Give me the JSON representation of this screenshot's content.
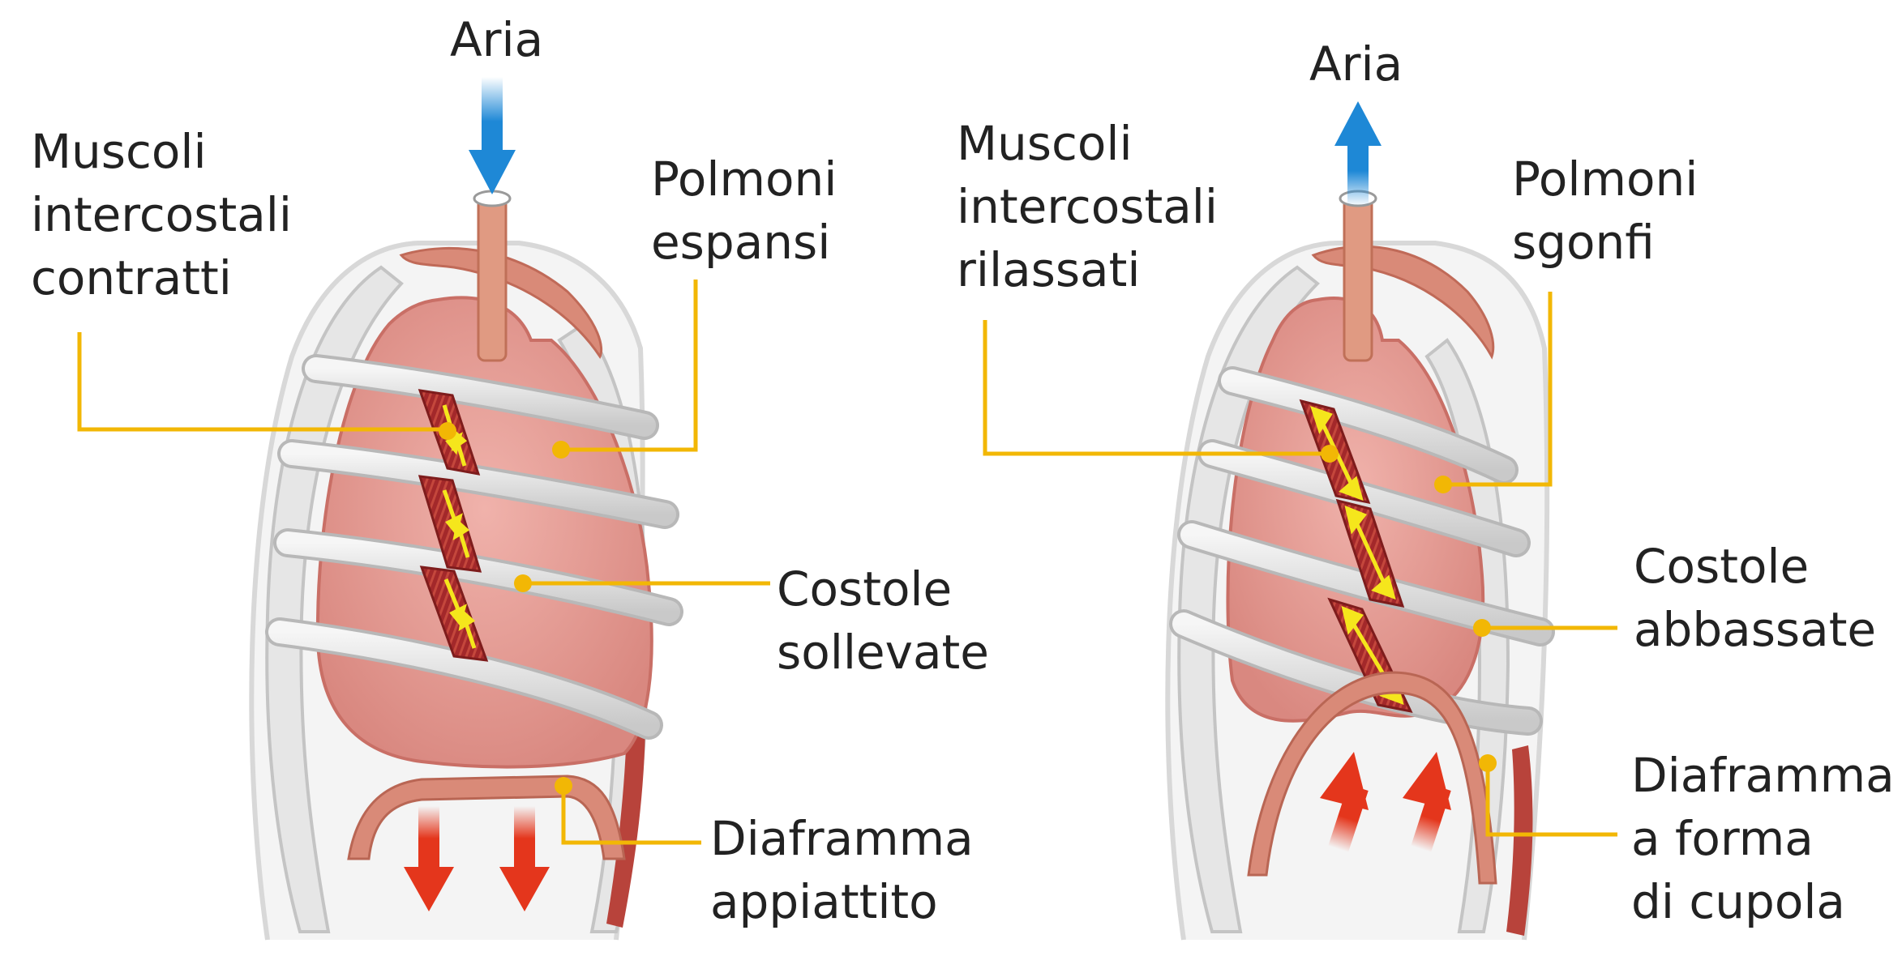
{
  "colors": {
    "leader_line": "#f2b705",
    "air_arrow": "#1e88d6",
    "diaphragm_arrow": "#e4361c",
    "lung": "#e8a09a",
    "rib": "#e4e4e4",
    "muscle": "#a3282a"
  },
  "inhalation": {
    "air_label": "Aria",
    "air_direction": "in",
    "diaphragm_arrows_direction": "down",
    "muscles_label": [
      "Muscoli",
      "intercostali",
      "contratti"
    ],
    "lungs_label": [
      "Polmoni",
      "espansi"
    ],
    "ribs_label": [
      "Costole",
      "sollevate"
    ],
    "diaphragm_label": [
      "Diaframma",
      "appiattito"
    ]
  },
  "exhalation": {
    "air_label": "Aria",
    "air_direction": "out",
    "diaphragm_arrows_direction": "up",
    "muscles_label": [
      "Muscoli",
      "intercostali",
      "rilassati"
    ],
    "lungs_label": [
      "Polmoni",
      "sgonfi"
    ],
    "ribs_label": [
      "Costole",
      "abbassate"
    ],
    "diaphragm_label": [
      "Diaframma",
      "a forma",
      "di cupola"
    ]
  }
}
